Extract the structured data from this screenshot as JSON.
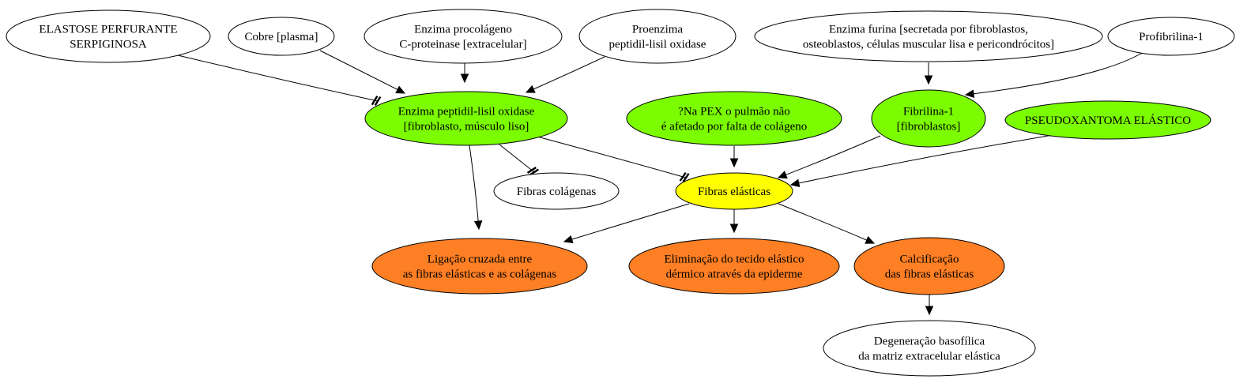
{
  "colors": {
    "default": "#ffffff",
    "green": "#7cfc00",
    "yellow": "#ffff00",
    "orange": "#ff7f24"
  },
  "nodes": {
    "elastose": {
      "lines": [
        "ELASTOSE PERFURANTE",
        "SERPIGINOSA"
      ],
      "color": "default"
    },
    "cobre": {
      "lines": [
        "Cobre [plasma]"
      ],
      "color": "default"
    },
    "procolageno": {
      "lines": [
        "Enzima procolágeno",
        "C-proteinase [extracelular]"
      ],
      "color": "default"
    },
    "proenzima": {
      "lines": [
        "Proenzima",
        "peptidil-lisil oxidase"
      ],
      "color": "default"
    },
    "furina": {
      "lines": [
        "Enzima furina [secretada por fibroblastos,",
        "osteoblastos, células muscular lisa e pericondrócitos]"
      ],
      "color": "default"
    },
    "profibrilina": {
      "lines": [
        "Profibrilina-1"
      ],
      "color": "default"
    },
    "lisil": {
      "lines": [
        "Enzima peptidil-lisil oxidase",
        "[fibroblasto, músculo liso]"
      ],
      "color": "green"
    },
    "pex_pulmao": {
      "lines": [
        "?Na PEX o pulmão não",
        "é afetado por falta de colágeno"
      ],
      "color": "green"
    },
    "fibrilina": {
      "lines": [
        "Fibrilina-1",
        "[fibroblastos]"
      ],
      "color": "green"
    },
    "pseudoxantoma": {
      "lines": [
        "PSEUDOXANTOMA ELÁSTICO"
      ],
      "color": "green"
    },
    "fibras_colagenas": {
      "lines": [
        "Fibras colágenas"
      ],
      "color": "default"
    },
    "fibras_elasticas": {
      "lines": [
        "Fibras elásticas"
      ],
      "color": "yellow"
    },
    "ligacao": {
      "lines": [
        "Ligação cruzada entre",
        "as fibras elásticas e as colágenas"
      ],
      "color": "orange"
    },
    "eliminacao": {
      "lines": [
        "Eliminação do tecido elástico",
        "dérmico através da epiderme"
      ],
      "color": "orange"
    },
    "calcificacao": {
      "lines": [
        "Calcificação",
        "das fibras elásticas"
      ],
      "color": "orange"
    },
    "degeneracao": {
      "lines": [
        "Degeneração basofílica",
        "da matriz extracelular elástica"
      ],
      "color": "default"
    }
  },
  "edges": [
    {
      "from": "elastose",
      "to": "lisil",
      "type": "tee"
    },
    {
      "from": "cobre",
      "to": "lisil",
      "type": "arrow"
    },
    {
      "from": "procolageno",
      "to": "lisil",
      "type": "arrow"
    },
    {
      "from": "proenzima",
      "to": "lisil",
      "type": "arrow"
    },
    {
      "from": "furina",
      "to": "fibrilina",
      "type": "arrow"
    },
    {
      "from": "profibrilina",
      "to": "fibrilina",
      "type": "arrow"
    },
    {
      "from": "lisil",
      "to": "fibras_colagenas",
      "type": "tee"
    },
    {
      "from": "lisil",
      "to": "fibras_elasticas",
      "type": "tee"
    },
    {
      "from": "lisil",
      "to": "ligacao",
      "type": "arrow"
    },
    {
      "from": "pex_pulmao",
      "to": "fibras_elasticas",
      "type": "arrow"
    },
    {
      "from": "fibrilina",
      "to": "fibras_elasticas",
      "type": "arrow"
    },
    {
      "from": "pseudoxantoma",
      "to": "fibras_elasticas",
      "type": "arrow"
    },
    {
      "from": "fibras_elasticas",
      "to": "ligacao",
      "type": "arrow"
    },
    {
      "from": "fibras_elasticas",
      "to": "eliminacao",
      "type": "arrow"
    },
    {
      "from": "fibras_elasticas",
      "to": "calcificacao",
      "type": "arrow"
    },
    {
      "from": "calcificacao",
      "to": "degeneracao",
      "type": "arrow"
    }
  ]
}
